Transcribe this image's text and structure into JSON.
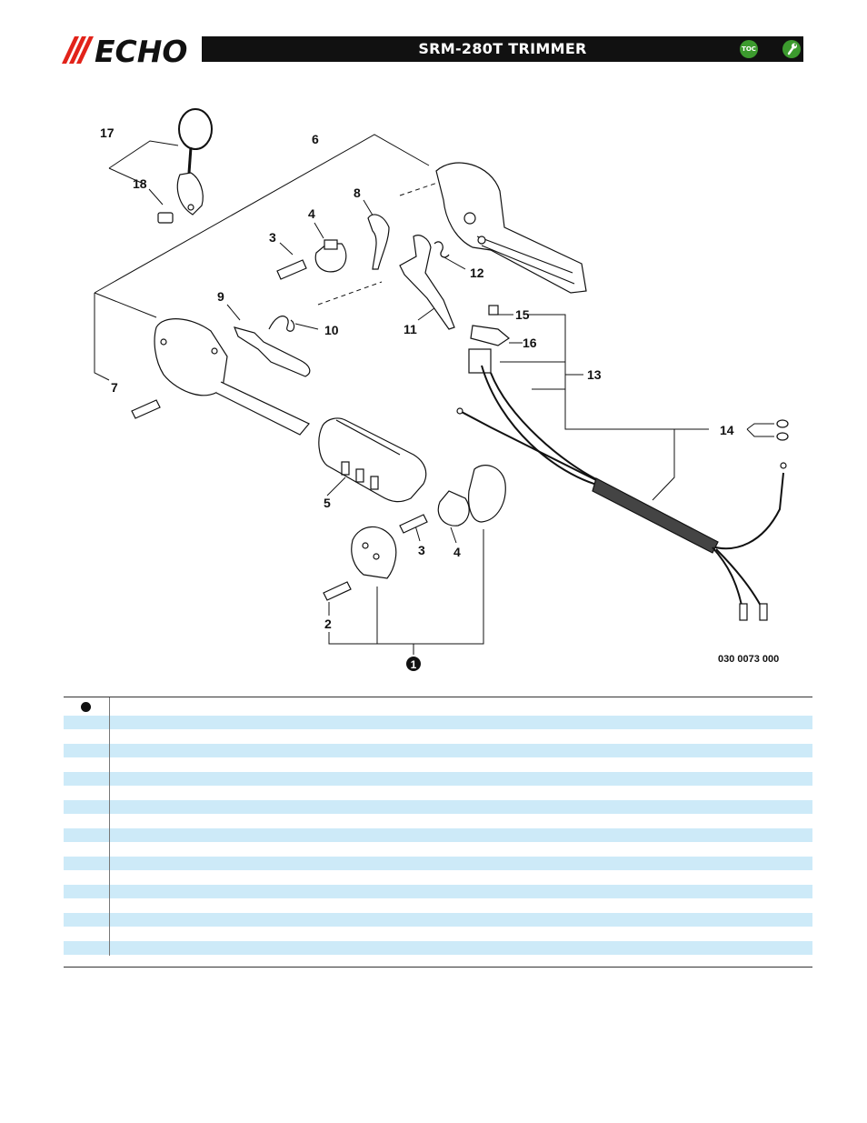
{
  "header": {
    "brand": "ECHO",
    "title": "SRM-280T TRIMMER",
    "toc_label": "TOC",
    "accent_color": "#e2231a",
    "button_color": "#3c9a2e",
    "icons": [
      "toc-icon",
      "wrench-icon"
    ]
  },
  "diagram": {
    "callouts": {
      "c17": "17",
      "c18": "18",
      "c6": "6",
      "c8": "8",
      "c4a": "4",
      "c3a": "3",
      "c12": "12",
      "c9": "9",
      "c10": "10",
      "c11": "11",
      "c7": "7",
      "c15": "15",
      "c16": "16",
      "c13": "13",
      "c14": "14",
      "c5": "5",
      "c3b": "3",
      "c4b": "4",
      "c2": "2",
      "c1": "1"
    },
    "drawing_number": "030 0073 000"
  },
  "table": {
    "row_shading": "#cdeaf8"
  }
}
